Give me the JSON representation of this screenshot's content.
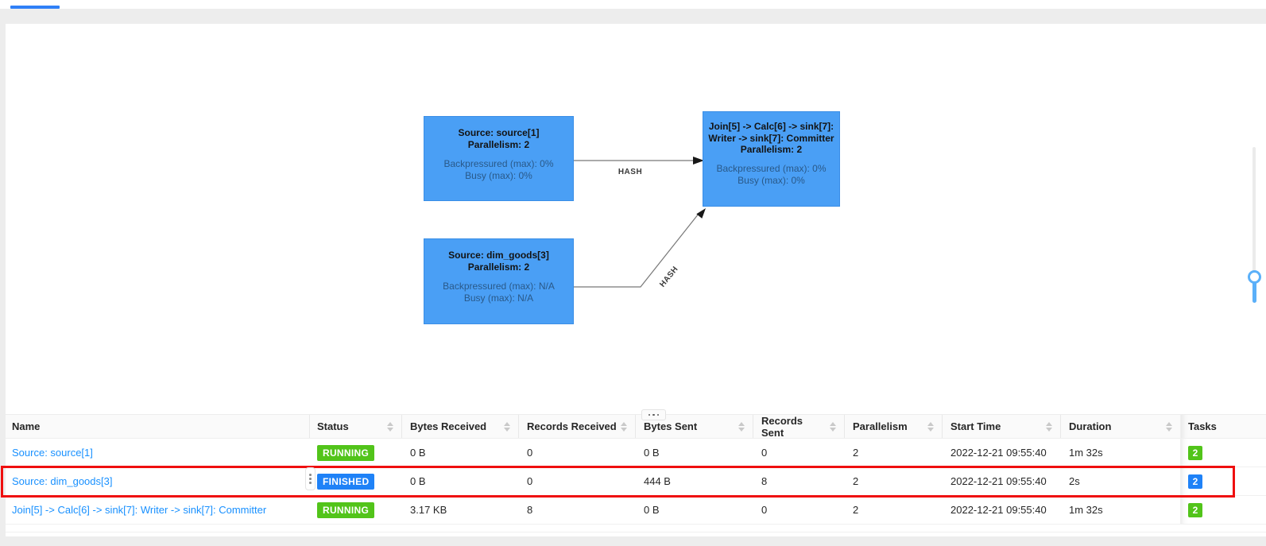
{
  "colors": {
    "node_fill": "#4a9ff5",
    "node_border": "#3a8ee6",
    "status_running": "#52c41a",
    "status_finished": "#1f82f7",
    "link_blue": "#1890ff",
    "highlight_red": "#ef0f0f",
    "slider_accent": "#5bb0f9",
    "active_tab_indicator": "#2f80f7"
  },
  "icons": {
    "sorter": "caret-up-down",
    "panel_resize": "horizontal-ellipsis",
    "column_resize": "vertical-ellipsis"
  },
  "diagram": {
    "nodes": [
      {
        "name_lines": [
          "Source: source[1]"
        ],
        "parallelism_label": "Parallelism: 2",
        "metrics": [
          "Backpressured (max): 0%",
          "Busy (max): 0%"
        ]
      },
      {
        "name_lines": [
          "Join[5] -> Calc[6] -> sink[7]:",
          "Writer -> sink[7]: Committer"
        ],
        "parallelism_label": "Parallelism: 2",
        "metrics": [
          "Backpressured (max): 0%",
          "Busy (max): 0%"
        ]
      },
      {
        "name_lines": [
          "Source: dim_goods[3]"
        ],
        "parallelism_label": "Parallelism: 2",
        "metrics": [
          "Backpressured (max): N/A",
          "Busy (max): N/A"
        ]
      }
    ],
    "edges": [
      {
        "label": "HASH"
      },
      {
        "label": "HASH"
      }
    ]
  },
  "table": {
    "columns": [
      {
        "label": "Name",
        "sortable": false
      },
      {
        "label": "Status",
        "sortable": true
      },
      {
        "label": "Bytes Received",
        "sortable": true
      },
      {
        "label": "Records Received",
        "sortable": true
      },
      {
        "label": "Bytes Sent",
        "sortable": true
      },
      {
        "label": "Records Sent",
        "sortable": true
      },
      {
        "label": "Parallelism",
        "sortable": true
      },
      {
        "label": "Start Time",
        "sortable": true
      },
      {
        "label": "Duration",
        "sortable": true
      },
      {
        "label": "Tasks",
        "sortable": false
      }
    ],
    "rows": [
      {
        "name": "Source: source[1]",
        "status": "RUNNING",
        "bytes_received": "0 B",
        "records_received": "0",
        "bytes_sent": "0 B",
        "records_sent": "0",
        "parallelism": "2",
        "start_time": "2022-12-21 09:55:40",
        "duration": "1m 32s",
        "tasks": "2",
        "highlighted": false
      },
      {
        "name": "Source: dim_goods[3]",
        "status": "FINISHED",
        "bytes_received": "0 B",
        "records_received": "0",
        "bytes_sent": "444 B",
        "records_sent": "8",
        "parallelism": "2",
        "start_time": "2022-12-21 09:55:40",
        "duration": "2s",
        "tasks": "2",
        "highlighted": true
      },
      {
        "name": "Join[5] -> Calc[6] -> sink[7]: Writer -> sink[7]: Committer",
        "status": "RUNNING",
        "bytes_received": "3.17 KB",
        "records_received": "8",
        "bytes_sent": "0 B",
        "records_sent": "0",
        "parallelism": "2",
        "start_time": "2022-12-21 09:55:40",
        "duration": "1m 32s",
        "tasks": "2",
        "highlighted": false
      }
    ]
  }
}
